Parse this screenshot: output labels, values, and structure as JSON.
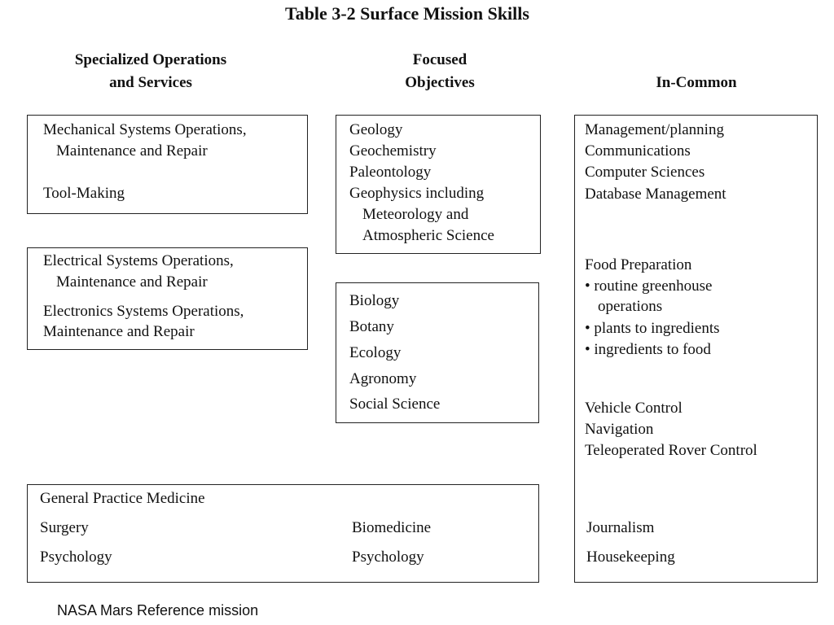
{
  "title": "Table 3-2  Surface Mission Skills",
  "headers": {
    "specialized_line1": "Specialized Operations",
    "specialized_line2": "and Services",
    "focused_line1": "Focused",
    "focused_line2": "Objectives",
    "in_common": "In-Common"
  },
  "specialized_box1": {
    "l1": "Mechanical Systems Operations,",
    "l2": "Maintenance and Repair",
    "l3": "Tool-Making"
  },
  "specialized_box2": {
    "l1": "Electrical Systems Operations,",
    "l2": "Maintenance and Repair",
    "l3": "Electronics Systems Operations,",
    "l4": "Maintenance and Repair"
  },
  "focused_box1": {
    "l1": "Geology",
    "l2": "Geochemistry",
    "l3": "Paleontology",
    "l4": "Geophysics including",
    "l5": "Meteorology and",
    "l6": "Atmospheric Science"
  },
  "focused_box2": {
    "l1": "Biology",
    "l2": "Botany",
    "l3": "Ecology",
    "l4": "Agronomy",
    "l5": "Social Science"
  },
  "medical_box": {
    "l1": "General Practice Medicine",
    "l2": "Surgery",
    "l3": "Psychology",
    "r1": "Biomedicine",
    "r2": "Psychology"
  },
  "in_common_box": {
    "g1_1": "Management/planning",
    "g1_2": "Communications",
    "g1_3": "Computer Sciences",
    "g1_4": "Database Management",
    "g2_1": "Food Preparation",
    "g2_2": "• routine greenhouse",
    "g2_3": "operations",
    "g2_4": "• plants to ingredients",
    "g2_5": "• ingredients to food",
    "g3_1": "Vehicle Control",
    "g3_2": "Navigation",
    "g3_3": "Teleoperated Rover Control",
    "g4_1": "Journalism",
    "g4_2": "Housekeeping"
  },
  "footer": "NASA Mars Reference mission"
}
